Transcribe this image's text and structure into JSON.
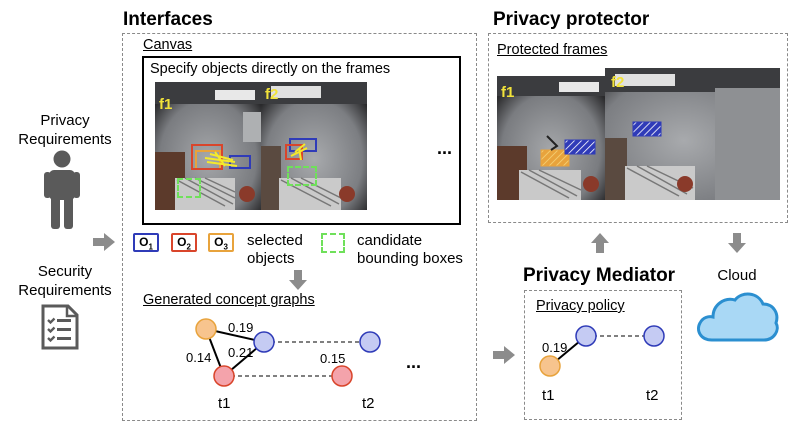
{
  "left": {
    "privacy_requirements": [
      "Privacy",
      "Requirements"
    ],
    "security_requirements": [
      "Security",
      "Requirements"
    ]
  },
  "interfaces": {
    "title": "Interfaces",
    "canvas_label": "Canvas",
    "canvas_instruction": "Specify objects directly on the frames",
    "frame1_label": "f1",
    "frame2_label": "f2",
    "ellipsis": "...",
    "legend": {
      "o1": "O",
      "o1_sub": "1",
      "o2": "O",
      "o2_sub": "2",
      "o3": "O",
      "o3_sub": "3",
      "selected_objects": [
        "selected",
        "objects"
      ],
      "candidate_boxes": [
        "candidate",
        "bounding boxes"
      ]
    },
    "concept_graphs_label": "Generated concept graphs",
    "graph": {
      "edge_o3_o1": "0.19",
      "edge_o3_o2": "0.14",
      "edge_o2_o1": "0.21",
      "edge_t2": "0.15",
      "t1": "t1",
      "t2": "t2",
      "ellipsis": "..."
    }
  },
  "protector": {
    "title": "Privacy protector",
    "protected_frames_label": "Protected frames",
    "frame1_label": "f1",
    "frame2_label": "f2"
  },
  "mediator": {
    "title": "Privacy Mediator",
    "policy_label": "Privacy policy",
    "edge": "0.19",
    "t1": "t1",
    "t2": "t2"
  },
  "cloud_label": "Cloud",
  "colors": {
    "o1": "#2f3bb8",
    "o2": "#d9452b",
    "o3": "#e8a33c",
    "candidate": "#6fe05a",
    "node_blue": "#c5cbf3",
    "node_red": "#f4a3ab",
    "node_orange": "#f7c48e",
    "arrow_gray": "#8c8c8c",
    "cloud": "#a9d8f5"
  }
}
